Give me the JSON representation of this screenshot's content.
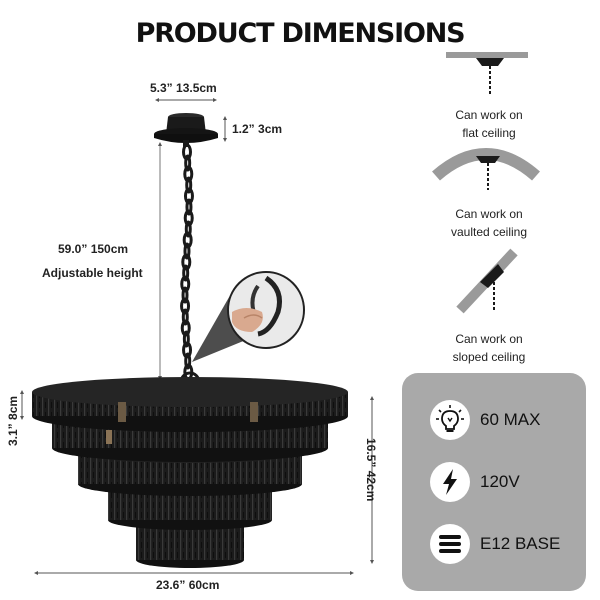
{
  "title": "PRODUCT DIMENSIONS",
  "dimensions": {
    "canopy_width": "5.3”  13.5cm",
    "canopy_height": "1.2”  3cm",
    "chain_length": "59.0”  150cm",
    "adjustable": "Adjustable height",
    "tier_height": "3.1”  8cm",
    "total_height": "16.5”  42cm",
    "width": "23.6”  60cm"
  },
  "ceiling_options": [
    {
      "line1": "Can work on",
      "line2": "flat ceiling",
      "icon": "flat-ceiling-icon"
    },
    {
      "line1": "Can work on",
      "line2": "vaulted ceiling",
      "icon": "vaulted-ceiling-icon"
    },
    {
      "line1": "Can work on",
      "line2": "sloped ceiling",
      "icon": "sloped-ceiling-icon"
    }
  ],
  "specs": [
    {
      "label": "60 MAX",
      "icon": "light-bulb-icon"
    },
    {
      "label": "120V",
      "icon": "lightning-bolt-icon"
    },
    {
      "label": "E12 BASE",
      "icon": "bulb-base-icon"
    }
  ],
  "colors": {
    "panel": "#a9a9a9",
    "fixture": "#1a1a1a",
    "ceiling": "#999999"
  }
}
